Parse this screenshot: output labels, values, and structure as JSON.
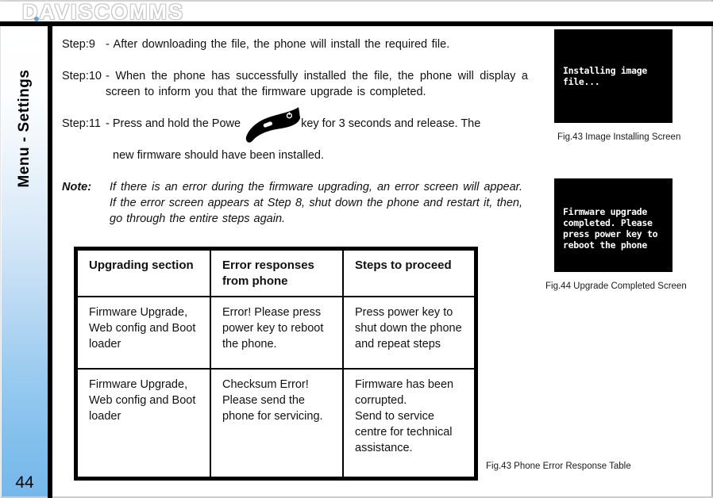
{
  "brand": {
    "logo_text": "DAVISCOMMS",
    "dot_color": "#5aa9e2"
  },
  "sidebar": {
    "label": "Menu - Settings",
    "page_number": "44",
    "gradient_bottom_color": "#74b8ea"
  },
  "steps": [
    {
      "label": "Step:9",
      "text": "- After downloading the file, the phone will install the required file."
    },
    {
      "label": "Step:10",
      "text": "- When the phone has successfully installed the file, the phone will display a screen to inform you that the firmware upgrade is completed."
    },
    {
      "label": "Step:11",
      "text_before_icon": "- Press and hold the Powe",
      "icon": "power-key-icon",
      "text_after_icon": "key for 3 seconds and release. The",
      "text_line2": "new firmware should have been installed."
    }
  ],
  "note": {
    "label": "Note:",
    "text": "If there is an error during the firmware upgrading, an error screen will appear. If the error screen appears at Step 8, shut down the phone and restart it, then, go through the entire steps again."
  },
  "table": {
    "headers": [
      "Upgrading section",
      "Error responses from phone",
      "Steps to proceed"
    ],
    "rows": [
      [
        "Firmware Upgrade, Web config and Boot loader",
        "Error! Please press power key to reboot the phone.",
        "Press power key to shut down the phone and repeat steps"
      ],
      [
        "Firmware Upgrade, Web config and Boot loader",
        "Checksum Error! Please send the phone for servicing.",
        "Firmware has been corrupted.\nSend to service centre for technical assistance."
      ]
    ],
    "caption": "Fig.43 Phone Error Response Table"
  },
  "figures": [
    {
      "screen_line1": "Installing image",
      "screen_line2": "file...",
      "screen_line3": "",
      "screen_line4": "",
      "caption": "Fig.43 Image Installing Screen",
      "bg_color": "#000000",
      "text_color": "#ffffff"
    },
    {
      "screen_line1": "Firmware upgrade",
      "screen_line2": "completed. Please",
      "screen_line3": "press power key to",
      "screen_line4": "reboot the phone",
      "caption": "Fig.44 Upgrade Completed Screen",
      "bg_color": "#000000",
      "text_color": "#ffffff"
    }
  ]
}
